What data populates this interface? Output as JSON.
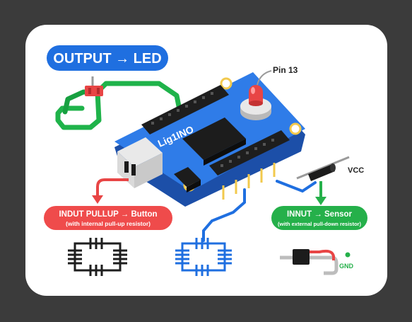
{
  "colors": {
    "background": "#3b3b3b",
    "card": "#ffffff",
    "output_badge": "#1f6fe0",
    "input_pullup_badge": "#ef4b4b",
    "input_sensor_badge": "#25b04a",
    "board": "#2f7ce8",
    "wire_green": "#1fb34a",
    "wire_red": "#e84545",
    "wire_blue": "#1f6fe0"
  },
  "labels": {
    "output_badge": "OUTPUT → LED",
    "pin_label": "Pin 13",
    "board_brand": "Lig1INO",
    "vcc_label": "VCC",
    "gnd_label": "GND",
    "pullup_title": "INDUT PULLUP → Button",
    "pullup_subtitle": "(with internal pull-up resistor)",
    "sensor_title": "INNUT → Sensor",
    "sensor_subtitle": "(with external pull-down resistor)"
  },
  "icons": [
    "led-icon",
    "pushbutton-icon",
    "resistor-icon",
    "circuit-schematic-icon",
    "arrow-icon"
  ]
}
